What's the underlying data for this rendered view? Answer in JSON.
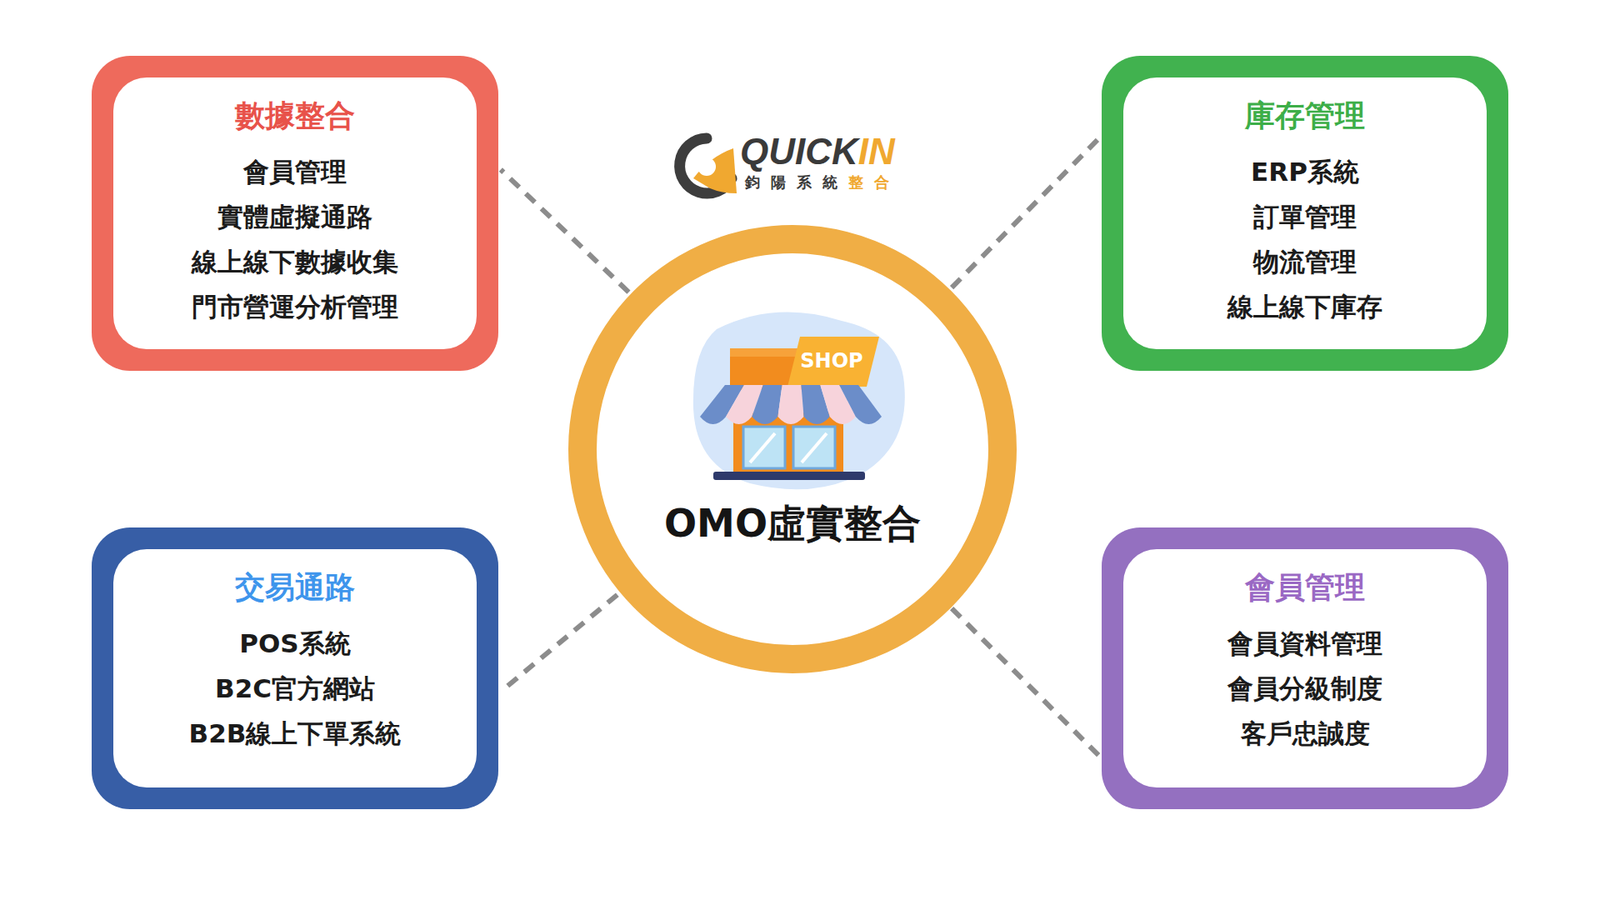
{
  "diagram": {
    "nodes": [
      {
        "text": [
          "數據整合",
          "會員管理",
          "實體虛擬通路",
          "線上線下數據收集",
          "門市營運分析管理"
        ]
      },
      {
        "text": [
          "庫存管理",
          "ERP系統",
          "訂單管理",
          "物流管理",
          "線上線下庫存"
        ]
      },
      {
        "text": [
          "OMO虛實整合"
        ]
      },
      {
        "text": [
          "交易通路",
          "POS系統",
          "B2C官方網站",
          "B2B線上下單系統"
        ]
      },
      {
        "text": [
          "會員管理",
          "會員資料管理",
          "會員分級制度",
          "客戶忠誠度"
        ]
      }
    ],
    "edges": [
      {
        "from": 2,
        "to": 0,
        "arrow": "none"
      },
      {
        "from": 2,
        "to": 1,
        "arrow": "none"
      },
      {
        "from": 2,
        "to": 3,
        "arrow": "none"
      },
      {
        "from": 2,
        "to": 4,
        "arrow": "none"
      }
    ],
    "labels": [
      "QUICK",
      "IN",
      "鈞陽系統",
      "整合",
      "SHOP"
    ]
  }
}
